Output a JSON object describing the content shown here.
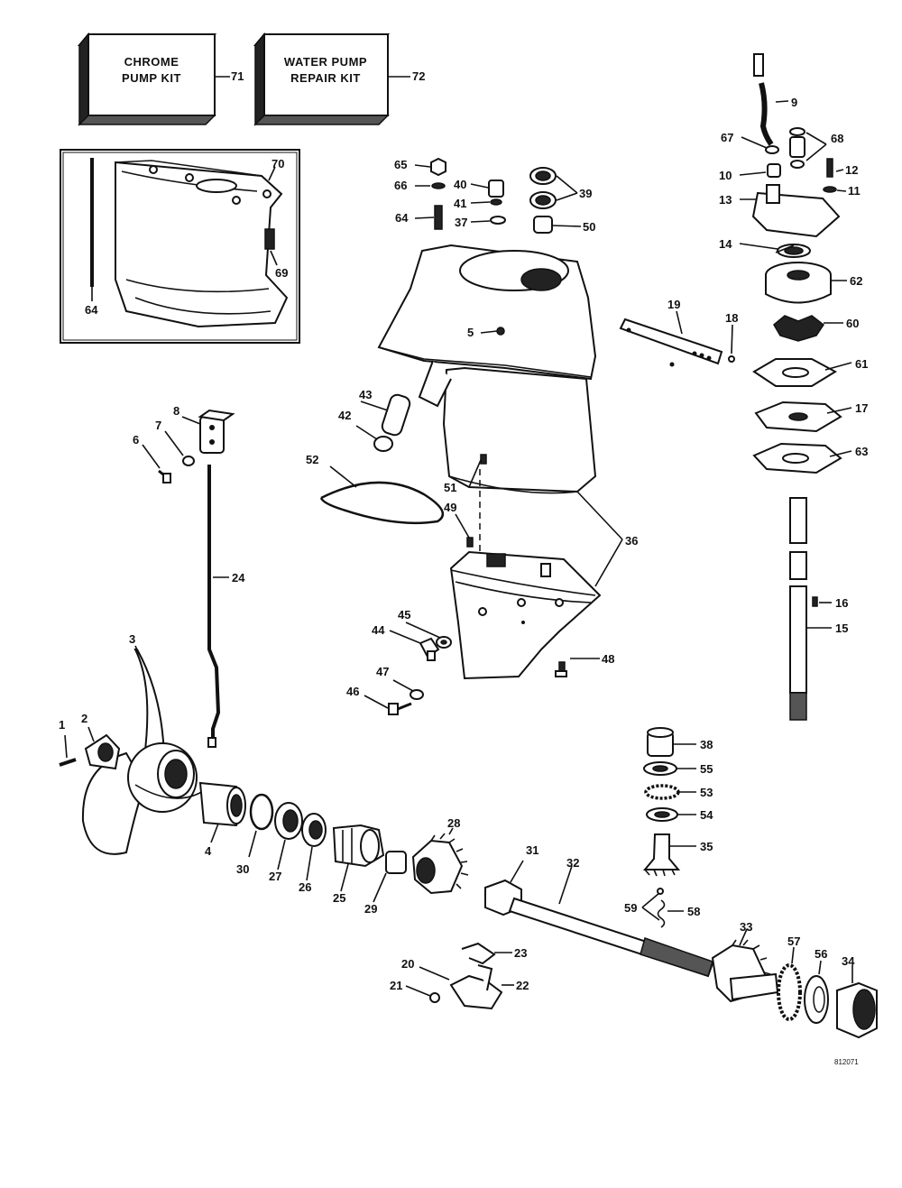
{
  "kits": {
    "chrome_line1": "CHROME",
    "chrome_line2": "PUMP KIT",
    "chrome_num": "71",
    "water_line1": "WATER PUMP",
    "water_line2": "REPAIR KIT",
    "water_num": "72"
  },
  "inset": {
    "n70": "70",
    "n69": "69",
    "n64": "64"
  },
  "labels": {
    "n1": "1",
    "n2": "2",
    "n3": "3",
    "n4": "4",
    "n5": "5",
    "n6": "6",
    "n7": "7",
    "n8": "8",
    "n9": "9",
    "n10": "10",
    "n11": "11",
    "n12": "12",
    "n13": "13",
    "n14": "14",
    "n15": "15",
    "n16": "16",
    "n17": "17",
    "n18": "18",
    "n19": "19",
    "n20": "20",
    "n21": "21",
    "n22": "22",
    "n23": "23",
    "n24": "24",
    "n25": "25",
    "n26": "26",
    "n27": "27",
    "n28": "28",
    "n29": "29",
    "n30": "30",
    "n31": "31",
    "n32": "32",
    "n33": "33",
    "n34": "34",
    "n35": "35",
    "n36": "36",
    "n37": "37",
    "n38": "38",
    "n39": "39",
    "n40": "40",
    "n41": "41",
    "n42": "42",
    "n43": "43",
    "n44": "44",
    "n45": "45",
    "n46": "46",
    "n47": "47",
    "n48": "48",
    "n49": "49",
    "n50": "50",
    "n51": "51",
    "n52": "52",
    "n53": "53",
    "n54": "54",
    "n55": "55",
    "n56": "56",
    "n57": "57",
    "n58": "58",
    "n59": "59",
    "n60": "60",
    "n61": "61",
    "n62": "62",
    "n63": "63",
    "n64": "64",
    "n65": "65",
    "n66": "66",
    "n67": "67",
    "n68": "68"
  },
  "drawing_code": "812071"
}
